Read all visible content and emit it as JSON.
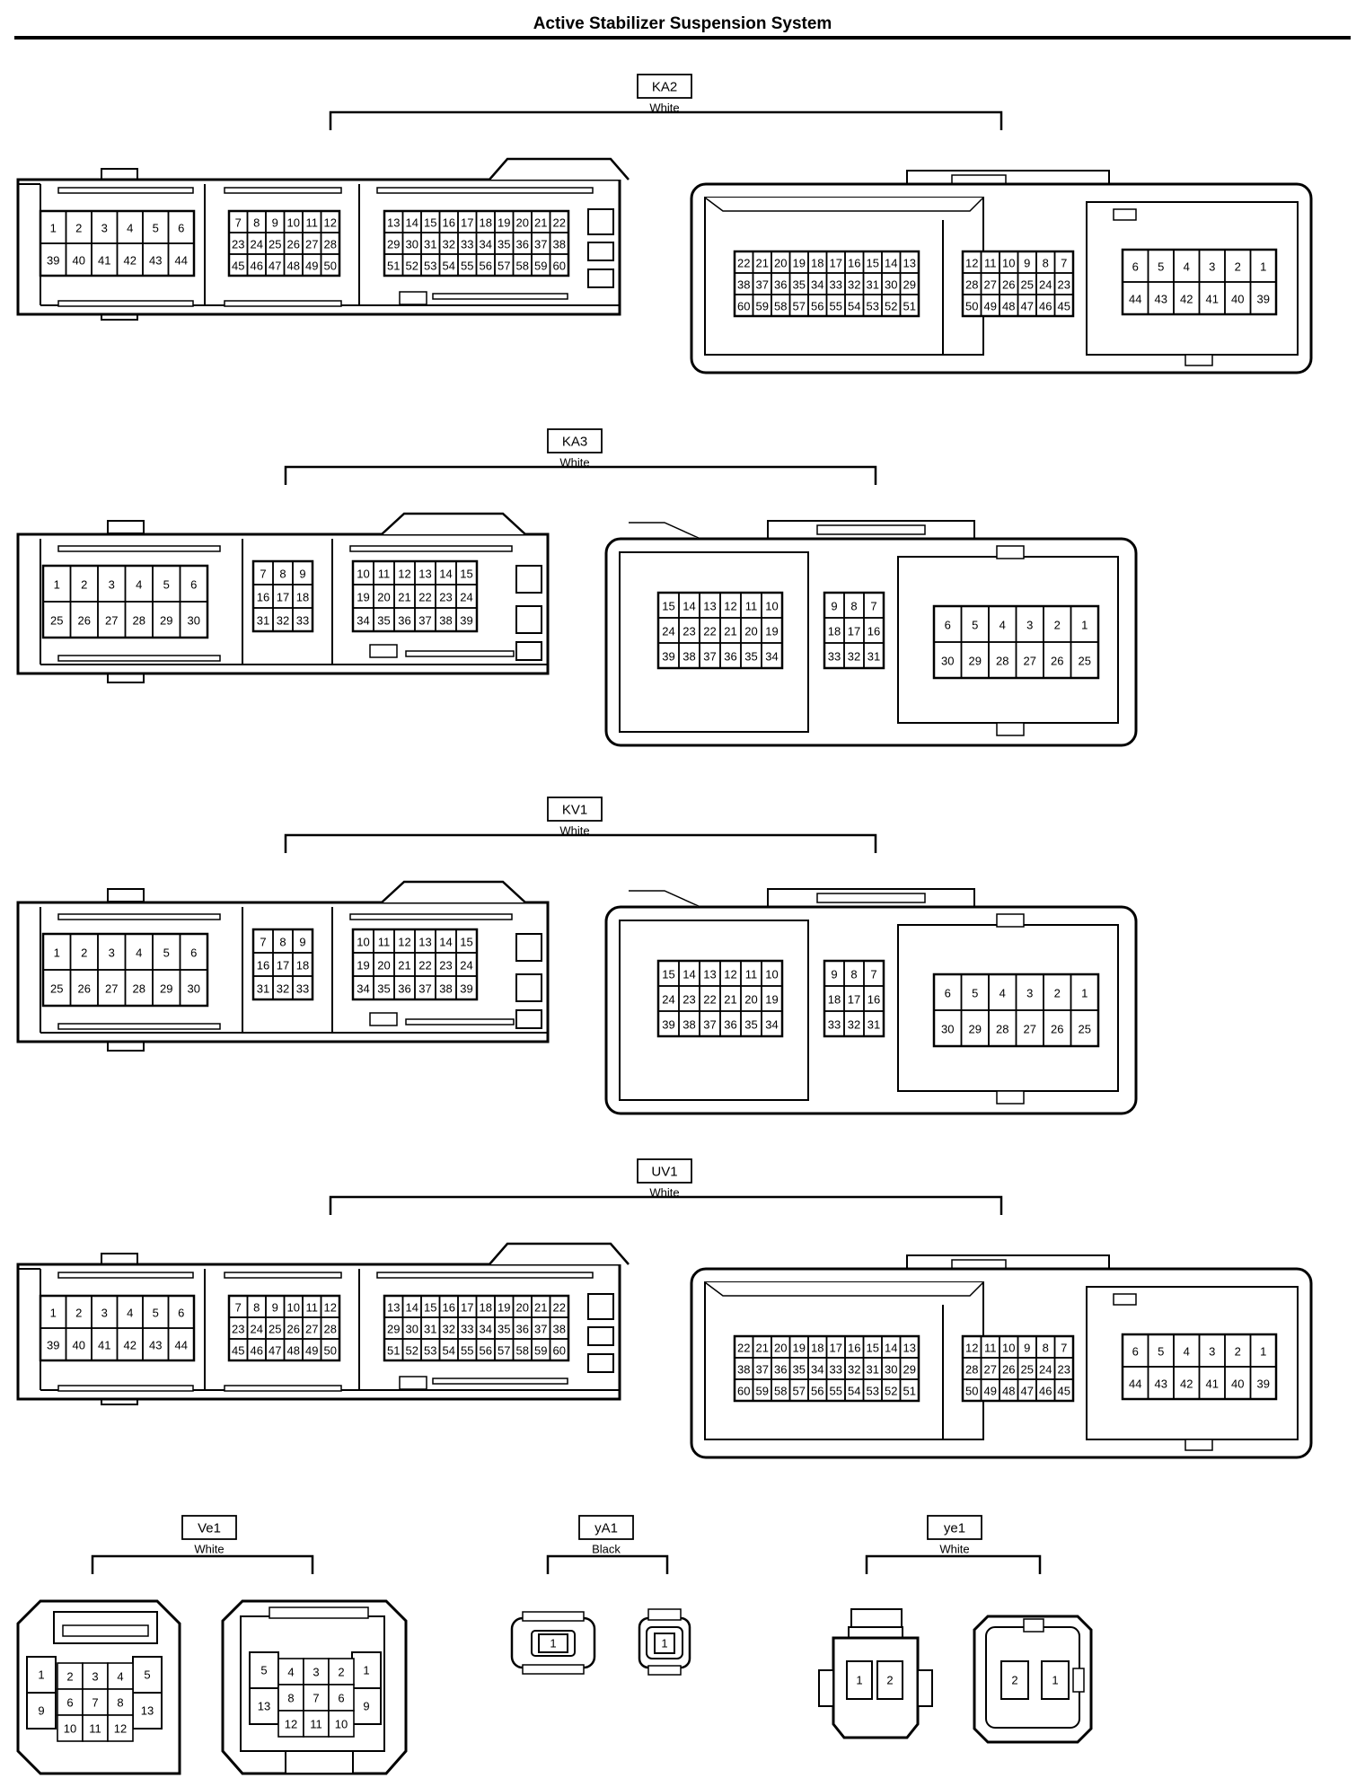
{
  "title": "Active Stabilizer Suspension System",
  "connectors": [
    {
      "id": "KA2",
      "name": "KA2",
      "color": "White",
      "left": [
        [
          [
            "1",
            "2",
            "3",
            "4",
            "5",
            "6"
          ],
          [
            "39",
            "40",
            "41",
            "42",
            "43",
            "44"
          ]
        ],
        [
          [
            "7",
            "8",
            "9",
            "10",
            "11",
            "12"
          ],
          [
            "23",
            "24",
            "25",
            "26",
            "27",
            "28"
          ],
          [
            "45",
            "46",
            "47",
            "48",
            "49",
            "50"
          ]
        ],
        [
          [
            "13",
            "14",
            "15",
            "16",
            "17",
            "18",
            "19",
            "20",
            "21",
            "22"
          ],
          [
            "29",
            "30",
            "31",
            "32",
            "33",
            "34",
            "35",
            "36",
            "37",
            "38"
          ],
          [
            "51",
            "52",
            "53",
            "54",
            "55",
            "56",
            "57",
            "58",
            "59",
            "60"
          ]
        ]
      ],
      "right": [
        [
          [
            "22",
            "21",
            "20",
            "19",
            "18",
            "17",
            "16",
            "15",
            "14",
            "13"
          ],
          [
            "38",
            "37",
            "36",
            "35",
            "34",
            "33",
            "32",
            "31",
            "30",
            "29"
          ],
          [
            "60",
            "59",
            "58",
            "57",
            "56",
            "55",
            "54",
            "53",
            "52",
            "51"
          ]
        ],
        [
          [
            "12",
            "11",
            "10",
            "9",
            "8",
            "7"
          ],
          [
            "28",
            "27",
            "26",
            "25",
            "24",
            "23"
          ],
          [
            "50",
            "49",
            "48",
            "47",
            "46",
            "45"
          ]
        ],
        [
          [
            "6",
            "5",
            "4",
            "3",
            "2",
            "1"
          ],
          [
            "44",
            "43",
            "42",
            "41",
            "40",
            "39"
          ]
        ]
      ]
    },
    {
      "id": "KA3",
      "name": "KA3",
      "color": "White",
      "left": [
        [
          [
            "1",
            "2",
            "3",
            "4",
            "5",
            "6"
          ],
          [
            "25",
            "26",
            "27",
            "28",
            "29",
            "30"
          ]
        ],
        [
          [
            "7",
            "8",
            "9"
          ],
          [
            "16",
            "17",
            "18"
          ],
          [
            "31",
            "32",
            "33"
          ]
        ],
        [
          [
            "10",
            "11",
            "12",
            "13",
            "14",
            "15"
          ],
          [
            "19",
            "20",
            "21",
            "22",
            "23",
            "24"
          ],
          [
            "34",
            "35",
            "36",
            "37",
            "38",
            "39"
          ]
        ]
      ],
      "right": [
        [
          [
            "15",
            "14",
            "13",
            "12",
            "11",
            "10"
          ],
          [
            "24",
            "23",
            "22",
            "21",
            "20",
            "19"
          ],
          [
            "39",
            "38",
            "37",
            "36",
            "35",
            "34"
          ]
        ],
        [
          [
            "9",
            "8",
            "7"
          ],
          [
            "18",
            "17",
            "16"
          ],
          [
            "33",
            "32",
            "31"
          ]
        ],
        [
          [
            "6",
            "5",
            "4",
            "3",
            "2",
            "1"
          ],
          [
            "30",
            "29",
            "28",
            "27",
            "26",
            "25"
          ]
        ]
      ]
    },
    {
      "id": "KV1",
      "name": "KV1",
      "color": "White",
      "left": [
        [
          [
            "1",
            "2",
            "3",
            "4",
            "5",
            "6"
          ],
          [
            "25",
            "26",
            "27",
            "28",
            "29",
            "30"
          ]
        ],
        [
          [
            "7",
            "8",
            "9"
          ],
          [
            "16",
            "17",
            "18"
          ],
          [
            "31",
            "32",
            "33"
          ]
        ],
        [
          [
            "10",
            "11",
            "12",
            "13",
            "14",
            "15"
          ],
          [
            "19",
            "20",
            "21",
            "22",
            "23",
            "24"
          ],
          [
            "34",
            "35",
            "36",
            "37",
            "38",
            "39"
          ]
        ]
      ],
      "right": [
        [
          [
            "15",
            "14",
            "13",
            "12",
            "11",
            "10"
          ],
          [
            "24",
            "23",
            "22",
            "21",
            "20",
            "19"
          ],
          [
            "39",
            "38",
            "37",
            "36",
            "35",
            "34"
          ]
        ],
        [
          [
            "9",
            "8",
            "7"
          ],
          [
            "18",
            "17",
            "16"
          ],
          [
            "33",
            "32",
            "31"
          ]
        ],
        [
          [
            "6",
            "5",
            "4",
            "3",
            "2",
            "1"
          ],
          [
            "30",
            "29",
            "28",
            "27",
            "26",
            "25"
          ]
        ]
      ]
    },
    {
      "id": "UV1",
      "name": "UV1",
      "color": "White",
      "left": [
        [
          [
            "1",
            "2",
            "3",
            "4",
            "5",
            "6"
          ],
          [
            "39",
            "40",
            "41",
            "42",
            "43",
            "44"
          ]
        ],
        [
          [
            "7",
            "8",
            "9",
            "10",
            "11",
            "12"
          ],
          [
            "23",
            "24",
            "25",
            "26",
            "27",
            "28"
          ],
          [
            "45",
            "46",
            "47",
            "48",
            "49",
            "50"
          ]
        ],
        [
          [
            "13",
            "14",
            "15",
            "16",
            "17",
            "18",
            "19",
            "20",
            "21",
            "22"
          ],
          [
            "29",
            "30",
            "31",
            "32",
            "33",
            "34",
            "35",
            "36",
            "37",
            "38"
          ],
          [
            "51",
            "52",
            "53",
            "54",
            "55",
            "56",
            "57",
            "58",
            "59",
            "60"
          ]
        ]
      ],
      "right": [
        [
          [
            "22",
            "21",
            "20",
            "19",
            "18",
            "17",
            "16",
            "15",
            "14",
            "13"
          ],
          [
            "38",
            "37",
            "36",
            "35",
            "34",
            "33",
            "32",
            "31",
            "30",
            "29"
          ],
          [
            "60",
            "59",
            "58",
            "57",
            "56",
            "55",
            "54",
            "53",
            "52",
            "51"
          ]
        ],
        [
          [
            "12",
            "11",
            "10",
            "9",
            "8",
            "7"
          ],
          [
            "28",
            "27",
            "26",
            "25",
            "24",
            "23"
          ],
          [
            "50",
            "49",
            "48",
            "47",
            "46",
            "45"
          ]
        ],
        [
          [
            "6",
            "5",
            "4",
            "3",
            "2",
            "1"
          ],
          [
            "44",
            "43",
            "42",
            "41",
            "40",
            "39"
          ]
        ]
      ]
    },
    {
      "id": "Ve1",
      "name": "Ve1",
      "color": "White",
      "left_pins": [
        "1",
        "2",
        "3",
        "4",
        "5",
        "6",
        "7",
        "8",
        "9",
        "10",
        "11",
        "12",
        "13"
      ],
      "right_pins": [
        "5",
        "4",
        "3",
        "2",
        "1",
        "13",
        "8",
        "7",
        "6",
        "9",
        "12",
        "11",
        "10"
      ]
    },
    {
      "id": "yA1",
      "name": "yA1",
      "color": "Black",
      "left_pins": [
        "1"
      ],
      "right_pins": [
        "1"
      ]
    },
    {
      "id": "ye1",
      "name": "ye1",
      "color": "White",
      "left_pins": [
        "1",
        "2"
      ],
      "right_pins": [
        "2",
        "1"
      ]
    }
  ]
}
